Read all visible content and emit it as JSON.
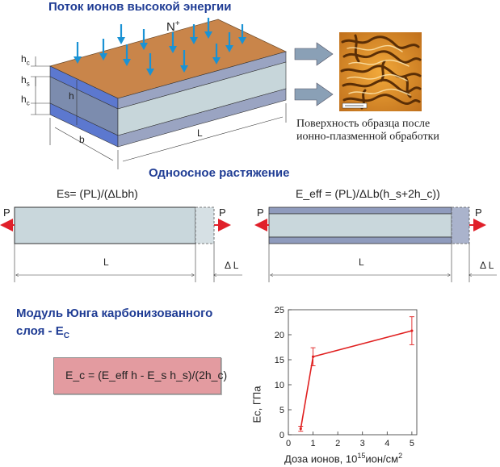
{
  "texts": {
    "main_title": "Поток ионов высокой энергии",
    "ion_label_base": "N",
    "ion_label_sup": "+",
    "dim_hc_base": "h",
    "dim_hc_sub": "c",
    "dim_hs_base": "h",
    "dim_hs_sub": "s",
    "dim_hc2_base": "h",
    "dim_hc2_sub": "c",
    "dim_h": "h",
    "dim_b": "b",
    "dim_L": "L",
    "surface_caption_line1": "Поверхность образца после",
    "surface_caption_line2": "ионно-плазменной обработки",
    "section_tension": "Одноосное растяжение",
    "formula_left": "Es= (PL)/(ΔLbh)",
    "formula_right": "E_eff = (PL)/ΔLb(h_s+2h_c))",
    "force_P": "P",
    "length_L": "L",
    "delta_L": "Δ L",
    "young_title_line1": "Модуль Юнга карбонизованного",
    "young_title_line2_prefix": "слоя - E",
    "young_title_line2_sub": "C",
    "ec_formula": "E_c = (E_eff h - E_s h_s)/(2h_c)"
  },
  "colors": {
    "title_blue": "#1f3c94",
    "arrow_blue": "#1a92d4",
    "top_face_orange": "#c9854a",
    "side_blue": "#5c78cf",
    "side_gray": "#c7d6da",
    "specimen_fill": "#c9d7dc",
    "layer_fill": "#8f9bbd",
    "force_red": "#e0202a",
    "ec_box_fill": "#e39ba0",
    "chart_line": "#e02020"
  },
  "icons": {
    "surface_image": "afm-surface-image",
    "process_arrow": "right-arrow-icon"
  },
  "chart_data": {
    "type": "line",
    "x": [
      0.5,
      1.0,
      5.0
    ],
    "y": [
      1.2,
      15.6,
      20.8
    ],
    "y_err": [
      0.5,
      1.8,
      2.8
    ],
    "xlabel_prefix": "Доза ионов, 10",
    "xlabel_sup1": "15",
    "xlabel_mid": "ион/см",
    "xlabel_sup2": "2",
    "ylabel": "Ec, ГПа",
    "xlim": [
      0,
      5.2
    ],
    "ylim": [
      0,
      25
    ],
    "x_ticks": [
      0,
      1,
      2,
      3,
      4,
      5
    ],
    "y_ticks": [
      0,
      5,
      10,
      15,
      20,
      25
    ],
    "grid": false
  }
}
